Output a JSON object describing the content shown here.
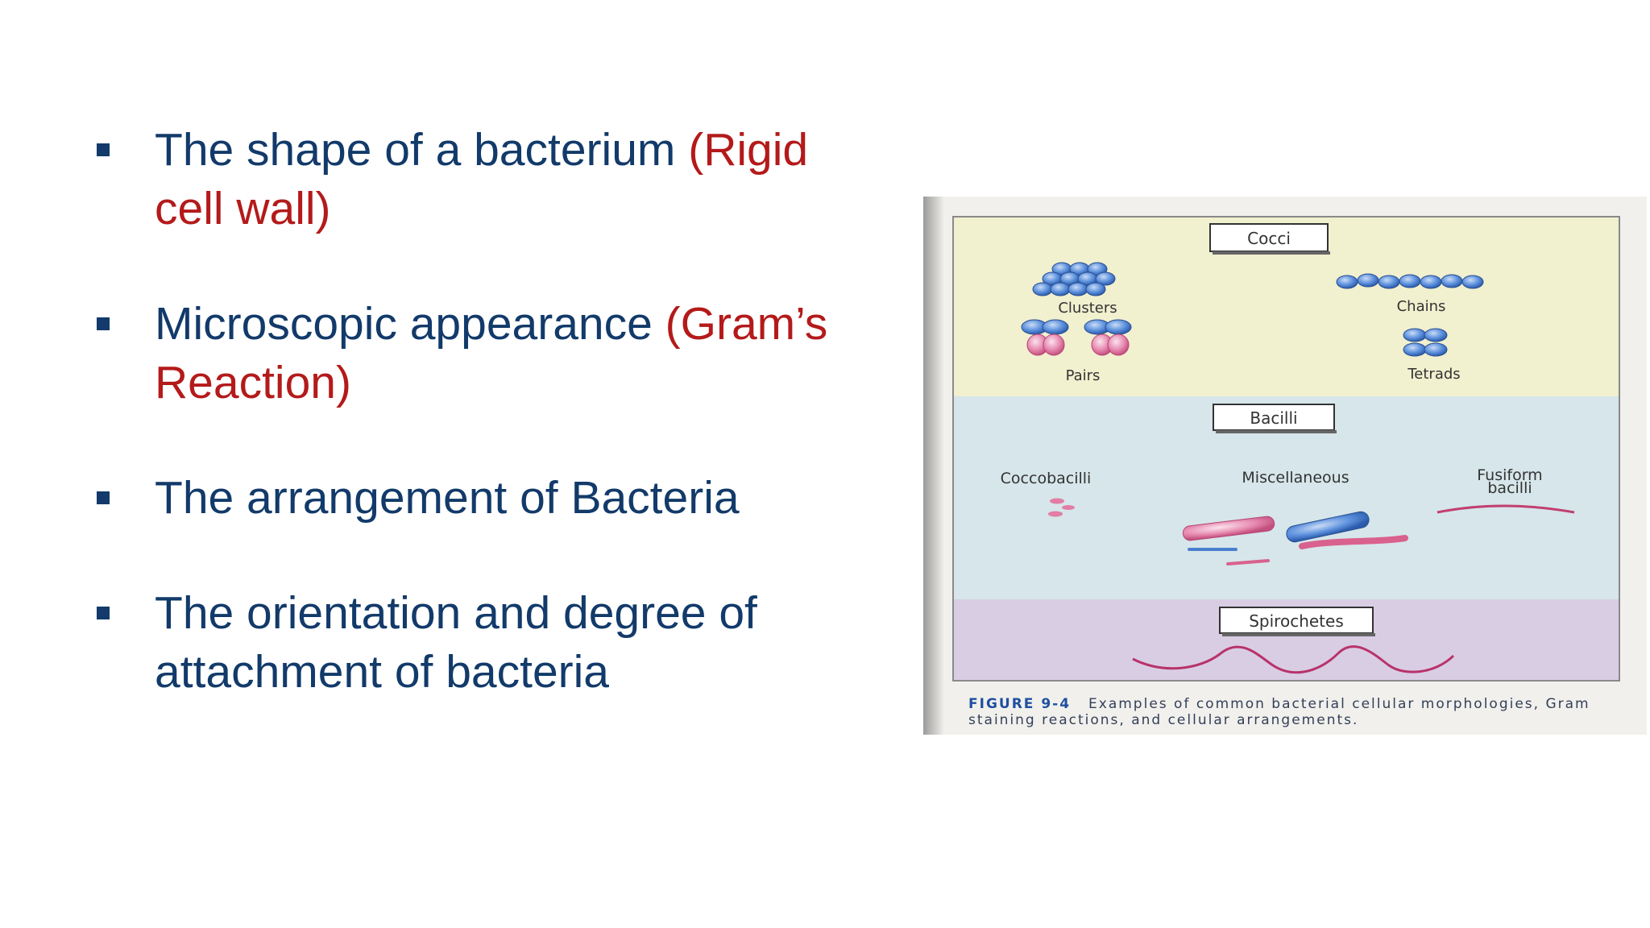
{
  "bullets": [
    {
      "text": "The shape of a bacterium ",
      "accent": "(Rigid cell wall)"
    },
    {
      "text": "Microscopic appearance ",
      "accent": "(Gram’s Reaction)"
    },
    {
      "text": "The arrangement of Bacteria",
      "accent": ""
    },
    {
      "text": "The orientation and degree of attachment of bacteria",
      "accent": ""
    }
  ],
  "figure": {
    "sections": {
      "cocci": "Cocci",
      "bacilli": "Bacilli",
      "spirochetes": "Spirochetes"
    },
    "labels": {
      "clusters": "Clusters",
      "chains": "Chains",
      "pairs": "Pairs",
      "tetrads": "Tetrads",
      "coccobacilli": "Coccobacilli",
      "miscellaneous": "Miscellaneous",
      "fusiform_line1": "Fusiform",
      "fusiform_line2": "bacilli"
    },
    "caption_number": "FIGURE 9-4",
    "caption_text": "Examples of common bacterial cellular morphologies, Gram staining reactions, and cellular arrangements.",
    "colors": {
      "gram_positive": "#4a7fd0",
      "gram_negative": "#d9618e",
      "cocci_band": "#f1f0cf",
      "bacilli_band": "#d6e6ea",
      "spirochete_band": "#d9cde4"
    }
  }
}
